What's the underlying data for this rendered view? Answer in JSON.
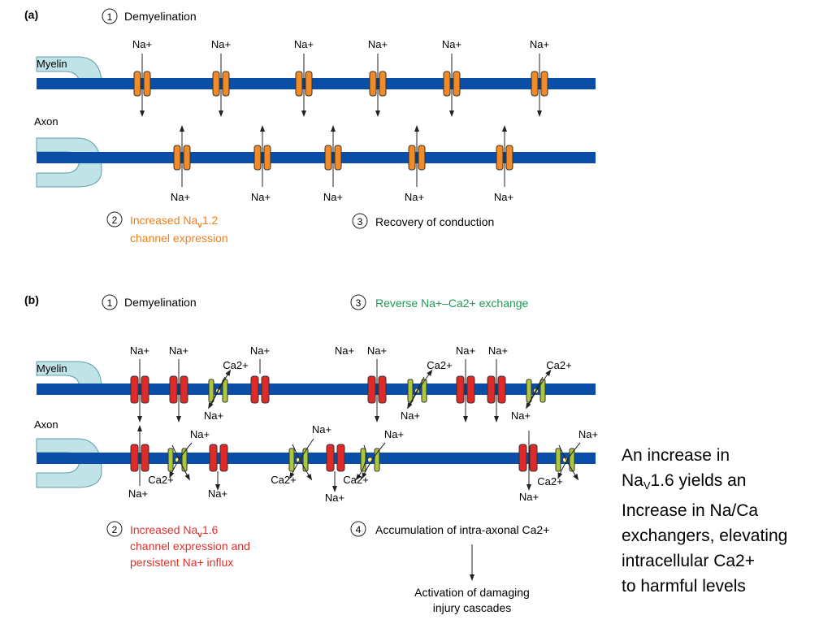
{
  "panel_a": {
    "label": "(a)",
    "step1": {
      "num": "1",
      "text": "Demyelination"
    },
    "myelin_label": "Myelin",
    "axon_label": "Axon",
    "ion_na": "Na+",
    "step2": {
      "num": "2",
      "line1_pre": "Increased Na",
      "line1_sub": "v",
      "line1_post": "1.2",
      "line2": "channel expression"
    },
    "step3": {
      "num": "3",
      "text": "Recovery of conduction"
    }
  },
  "panel_b": {
    "label": "(b)",
    "step1": {
      "num": "1",
      "text": "Demyelination"
    },
    "step3": {
      "num": "3",
      "text": "Reverse Na+–Ca2+ exchange"
    },
    "myelin_label": "Myelin",
    "axon_label": "Axon",
    "ion_na": "Na+",
    "ion_ca": "Ca2+",
    "step2": {
      "num": "2",
      "line1_pre": "Increased Na",
      "line1_sub": "v",
      "line1_post": "1.6",
      "line2": "channel expression and",
      "line3": "persistent Na+ influx"
    },
    "step4": {
      "num": "4",
      "text": "Accumulation of intra-axonal Ca2+"
    },
    "outcome": {
      "line1": "Activation of damaging",
      "line2": "injury cascades"
    }
  },
  "caption": {
    "l1": "An increase in",
    "l2_pre": "Na",
    "l2_sub": "V",
    "l2_post": "1.6 yields an",
    "l3": "Increase in Na/Ca",
    "l4": "exchangers, elevating",
    "l5": "intracellular Ca2+",
    "l6": "to harmful levels"
  },
  "colors": {
    "axon": "#0a4ea8",
    "myelin_fill": "#bfe3e6",
    "myelin_stroke": "#5f9ea8",
    "nav12_channel": "#f28a25",
    "nav16_channel": "#e02a2a",
    "exchanger": "#a9c93a",
    "orange_text": "#ef7f1a",
    "red_text": "#e0302b",
    "green_text": "#1f9a55"
  }
}
